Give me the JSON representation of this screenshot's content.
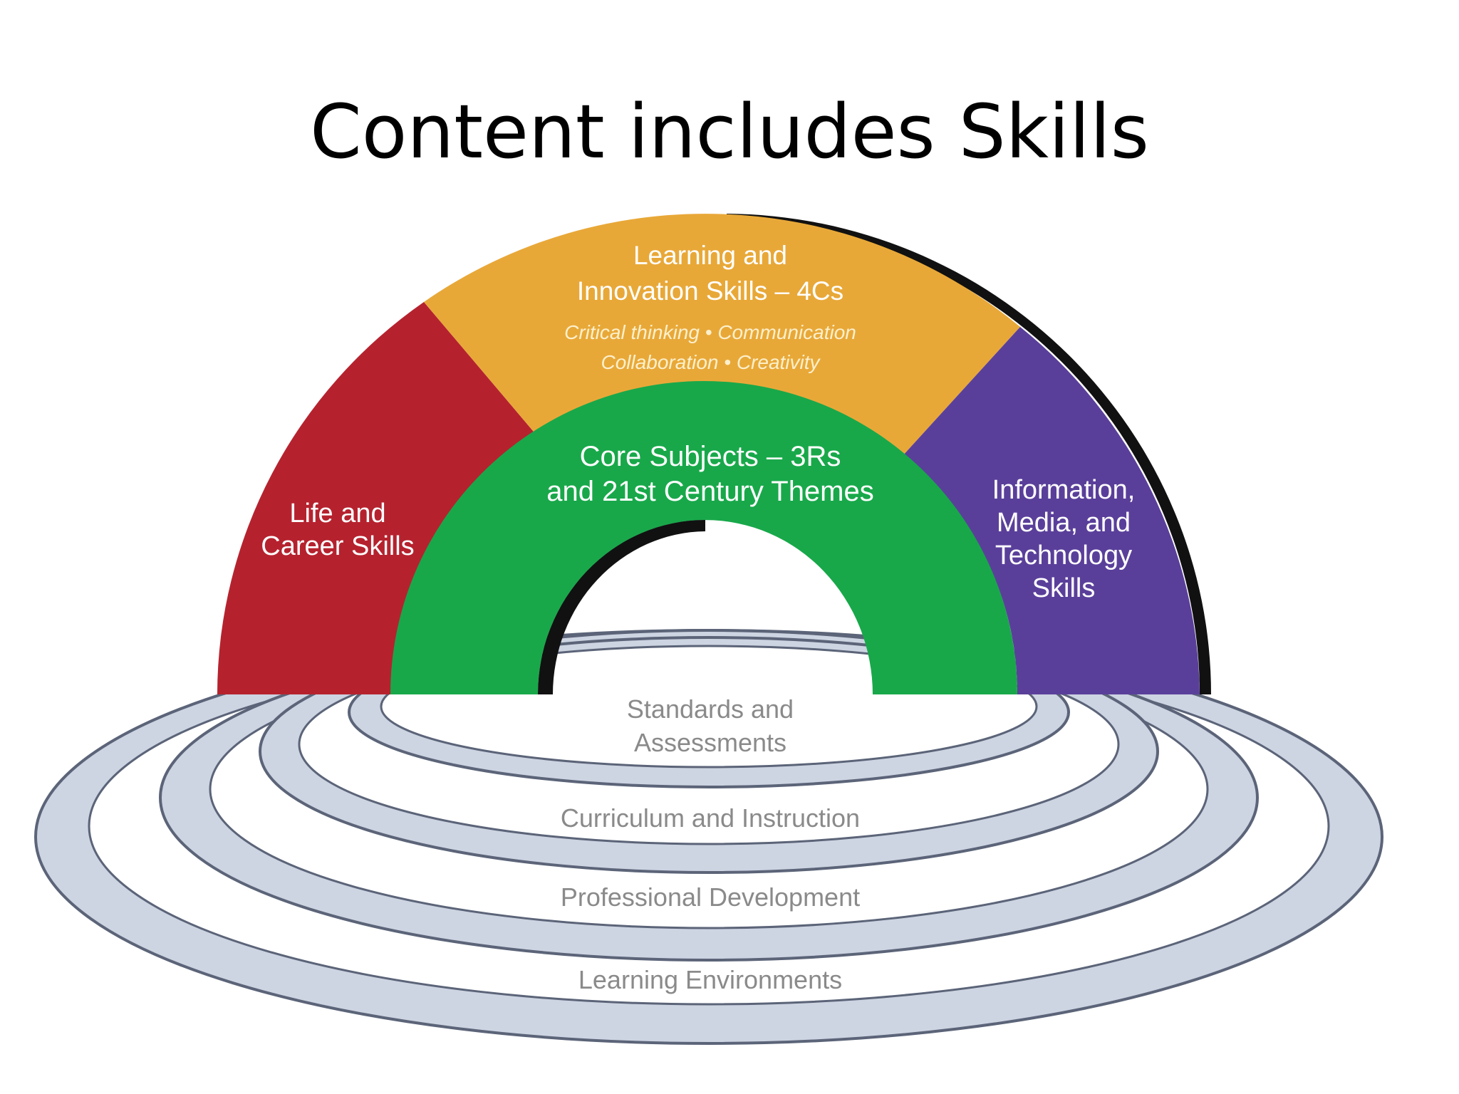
{
  "title": "Content includes Skills",
  "arch": {
    "learning_innovation": {
      "title_lines": [
        "Learning and",
        "Innovation Skills – 4Cs"
      ],
      "sub_lines": [
        "Critical thinking • Communication",
        "Collaboration • Creativity"
      ],
      "color": "#e8a838"
    },
    "life_career": {
      "lines": [
        "Life and",
        "Career Skills"
      ],
      "color": "#b5222e"
    },
    "core_subjects": {
      "lines": [
        "Core Subjects – 3Rs",
        "and 21st Century Themes"
      ],
      "color": "#18a84a"
    },
    "info_media_tech": {
      "lines": [
        "Information,",
        "Media, and",
        "Technology",
        "Skills"
      ],
      "color": "#5a3f9a"
    }
  },
  "support_rings": [
    {
      "lines": [
        "Standards and",
        "Assessments"
      ]
    },
    {
      "lines": [
        "Curriculum and Instruction"
      ]
    },
    {
      "lines": [
        "Professional Development"
      ]
    },
    {
      "lines": [
        "Learning Environments"
      ]
    }
  ],
  "ring_color": "#cdd4e2"
}
